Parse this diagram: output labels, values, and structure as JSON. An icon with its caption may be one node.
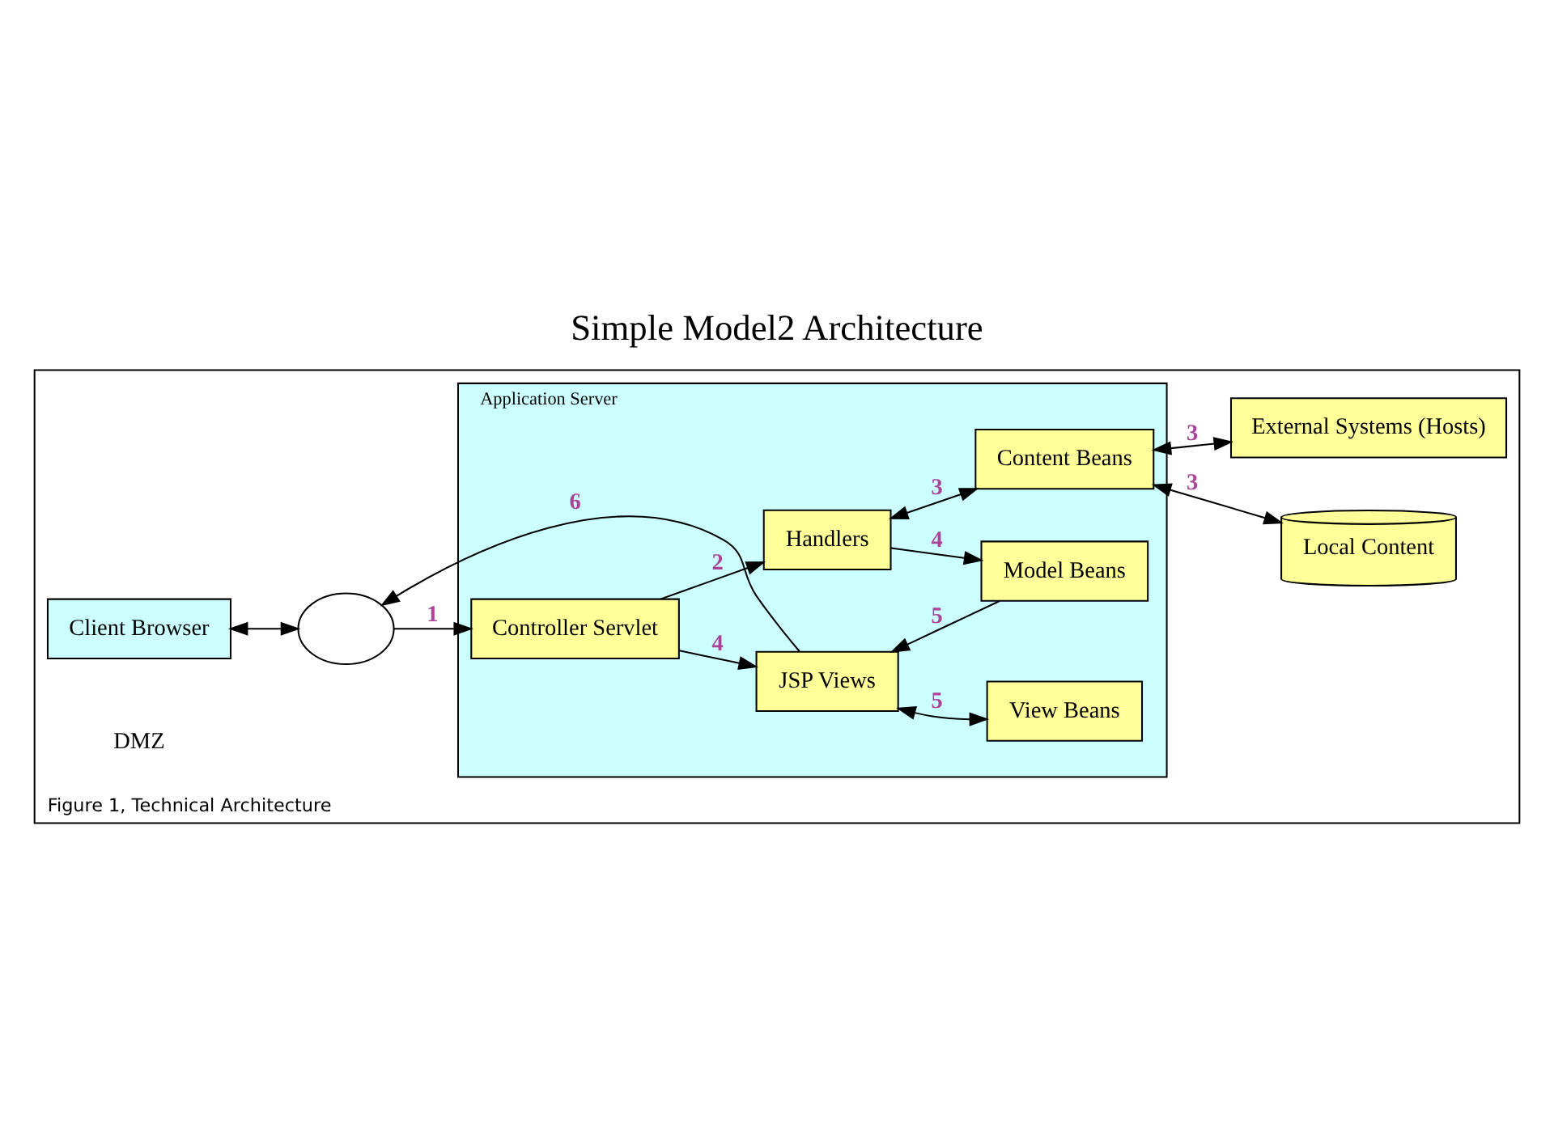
{
  "diagram": {
    "title": "Simple Model2 Architecture",
    "nodes": [
      {
        "text": [
          "Figure 1, Technical Architecture"
        ]
      },
      {
        "text": [
          "Client Browser"
        ],
        "in": 0
      },
      {
        "text": [],
        "shape": "cloud",
        "in": 0
      },
      {
        "text": [
          "Application Server"
        ],
        "in": 0
      },
      {
        "text": [
          "Controller Servlet"
        ],
        "in": 3
      },
      {
        "text": [
          "JSP Views"
        ],
        "in": 3
      },
      {
        "text": [
          "View Beans"
        ],
        "in": 3
      },
      {
        "text": [
          "Handlers"
        ],
        "in": 3
      },
      {
        "text": [
          "Model Beans"
        ],
        "in": 3
      },
      {
        "text": [
          "Content Beans"
        ],
        "in": 3
      },
      {
        "text": [
          "Local Content"
        ],
        "in": 0
      },
      {
        "text": [
          "External Systems (Hosts)"
        ],
        "in": 0
      }
    ],
    "edges": [
      {
        "from": 1,
        "to": 2,
        "arrow": "both"
      },
      {
        "from": 2,
        "to": 4,
        "arrow": "to",
        "label": "1"
      },
      {
        "from": 4,
        "to": 5,
        "arrow": "to",
        "label": "4"
      },
      {
        "from": 4,
        "to": 7,
        "arrow": "to",
        "label": "2"
      },
      {
        "from": 5,
        "to": 6,
        "arrow": "both",
        "label": "5"
      },
      {
        "from": 7,
        "to": 9,
        "arrow": "both",
        "label": "3"
      },
      {
        "from": 7,
        "to": 8,
        "arrow": "to",
        "label": "4"
      },
      {
        "from": 8,
        "to": 5,
        "arrow": "to",
        "label": "5"
      },
      {
        "from": 5,
        "to": 2,
        "arrow": "to",
        "label": "6"
      },
      {
        "from": 9,
        "to": 10,
        "arrow": "both",
        "label": "3"
      },
      {
        "from": 9,
        "to": 11,
        "arrow": "both",
        "label": "3"
      }
    ],
    "labels": [
      "DMZ"
    ]
  }
}
